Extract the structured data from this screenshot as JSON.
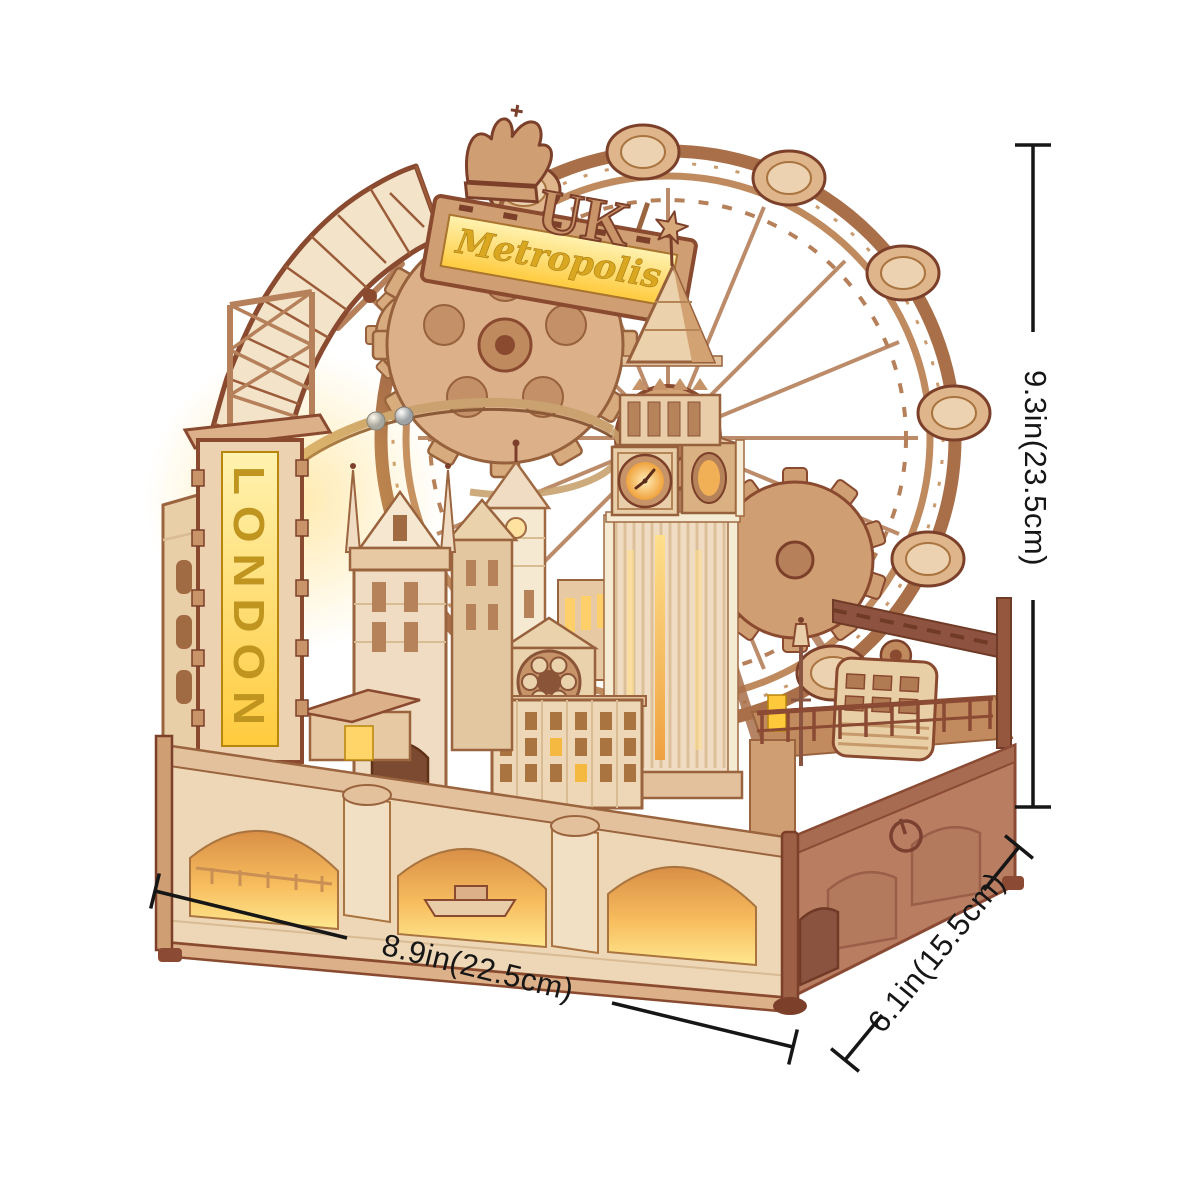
{
  "scene": {
    "background": "#ffffff"
  },
  "signs": {
    "country": "UK",
    "marquee": "Metropolis",
    "city": "LONDON"
  },
  "annotations": {
    "height_label": "9.3in(23.5cm)",
    "width_label": "8.9in(22.5cm)",
    "depth_label": "6.1in(15.5cm)"
  },
  "icons": {
    "crown": "crown-icon",
    "star": "star-icon",
    "power": "power-icon",
    "windmill": "windmill-icon",
    "rose_window": "rose-window-icon",
    "clock_face": "clock-face-icon",
    "lamp_post": "lamp-post-icon"
  },
  "palette": {
    "wood_light": "#f2e3c9",
    "wood_cream": "#efd9ba",
    "wood_mid": "#dcb088",
    "wood_tan": "#c79063",
    "wood_dark": "#9a643e",
    "wood_deep": "#7c402a",
    "side_brown": "#b97e62",
    "deck_brown": "#8e5340",
    "glow_bright": "#ffe78e",
    "glow_yellow": "#ffd45e",
    "glow_amber": "#f0a843",
    "marble_silver": "#cdd2d6",
    "dimension_line": "#161616"
  }
}
